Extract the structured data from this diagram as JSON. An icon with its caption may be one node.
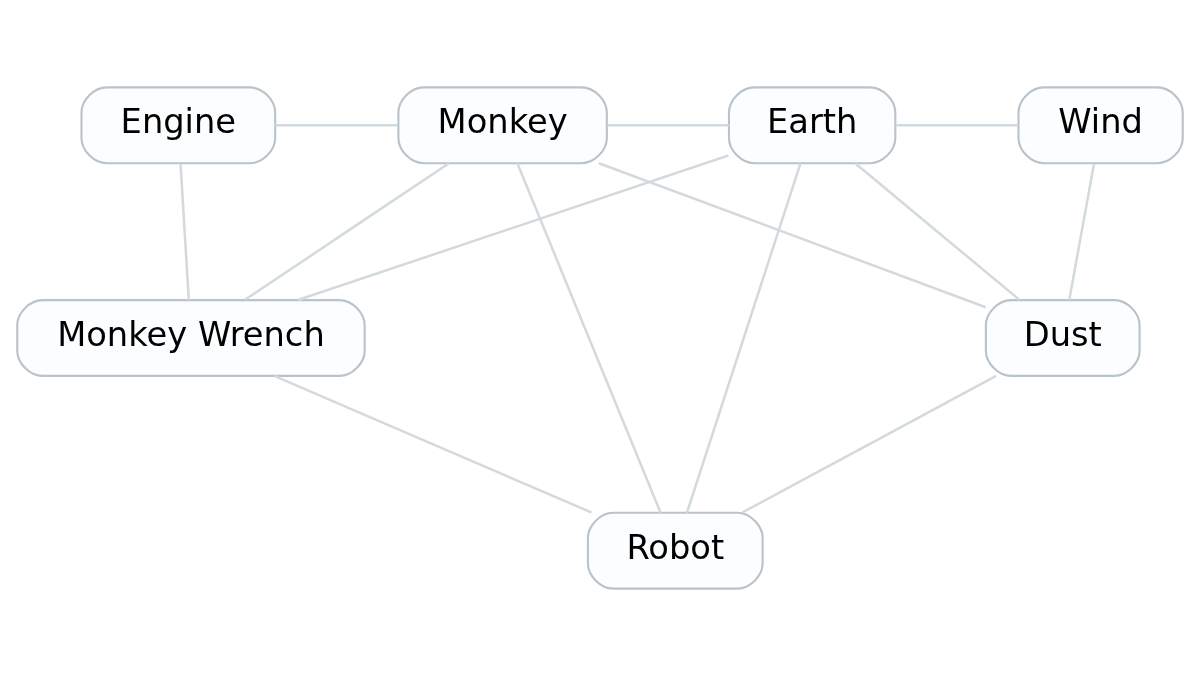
{
  "diagram": {
    "nodes": [
      {
        "text": [
          "Engine"
        ]
      },
      {
        "text": [
          "Monkey"
        ]
      },
      {
        "text": [
          "Earth"
        ]
      },
      {
        "text": [
          "Wind"
        ]
      },
      {
        "text": [
          "Monkey Wrench"
        ]
      },
      {
        "text": [
          "Dust"
        ]
      },
      {
        "text": [
          "Robot"
        ]
      }
    ],
    "edges": [
      {
        "from": 0,
        "to": 1,
        "arrow": "none"
      },
      {
        "from": 1,
        "to": 2,
        "arrow": "none"
      },
      {
        "from": 2,
        "to": 3,
        "arrow": "none"
      },
      {
        "from": 0,
        "to": 4,
        "arrow": "none"
      },
      {
        "from": 1,
        "to": 4,
        "arrow": "none"
      },
      {
        "from": 2,
        "to": 4,
        "arrow": "none"
      },
      {
        "from": 1,
        "to": 5,
        "arrow": "none"
      },
      {
        "from": 2,
        "to": 5,
        "arrow": "none"
      },
      {
        "from": 3,
        "to": 5,
        "arrow": "none"
      },
      {
        "from": 4,
        "to": 6,
        "arrow": "none"
      },
      {
        "from": 1,
        "to": 6,
        "arrow": "none"
      },
      {
        "from": 2,
        "to": 6,
        "arrow": "none"
      },
      {
        "from": 5,
        "to": 6,
        "arrow": "none"
      }
    ]
  }
}
